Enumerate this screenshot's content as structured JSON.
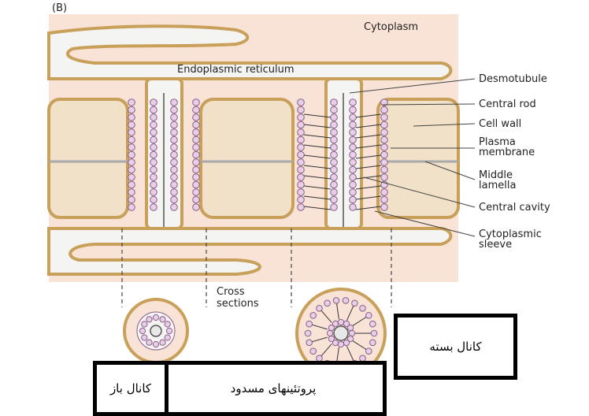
{
  "corner_mark": "(B)",
  "labels": {
    "cytoplasm": "Cytoplasm",
    "endoplasmic_reticulum": "Endoplasmic reticulum",
    "cross_sections_line1": "Cross",
    "cross_sections_line2": "sections"
  },
  "callouts": [
    {
      "id": "desmotubule",
      "lines": [
        "Desmotubule"
      ]
    },
    {
      "id": "central-rod",
      "lines": [
        "Central rod"
      ]
    },
    {
      "id": "cell-wall",
      "lines": [
        "Cell wall"
      ]
    },
    {
      "id": "plasma-membrane",
      "lines": [
        "Plasma",
        "membrane"
      ]
    },
    {
      "id": "middle-lamella",
      "lines": [
        "Middle",
        "lamella"
      ]
    },
    {
      "id": "central-cavity",
      "lines": [
        "Central cavity"
      ]
    },
    {
      "id": "cytoplasmic-sleeve",
      "lines": [
        "Cytoplasmic",
        "sleeve"
      ]
    }
  ],
  "annotation_boxes": {
    "closed_channel": "کانال بسته",
    "blocking_proteins": "پروتئینهای مسدود",
    "open_channel": "کانال باز"
  },
  "colors": {
    "cytoplasm_bg": "#f9e3d6",
    "cell_wall": "#f0e1c8",
    "membrane": "#c9a05a",
    "er_fill": "#f4f4f3",
    "protein": "#e8cfe8",
    "protein_edge": "#8a5d87",
    "middle_lamella": "#a9a9a9"
  }
}
